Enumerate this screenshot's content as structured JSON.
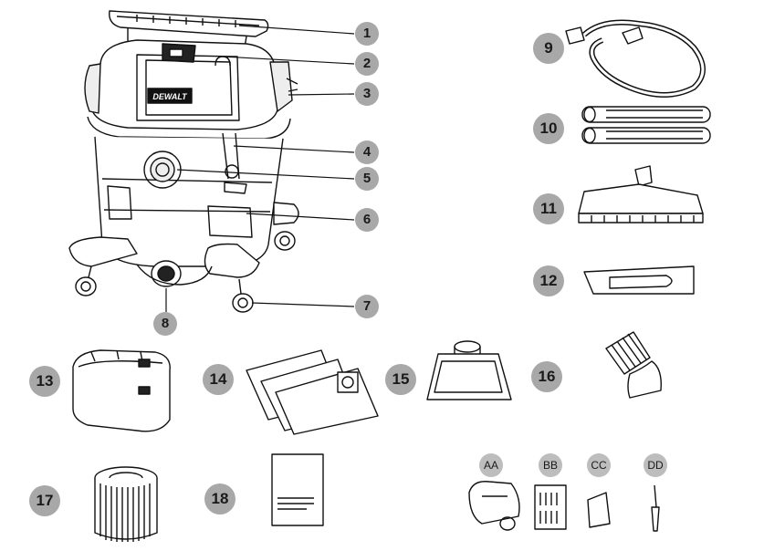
{
  "brand": "DEWALT",
  "callouts": [
    "1",
    "2",
    "3",
    "4",
    "5",
    "6",
    "7",
    "8"
  ],
  "accessories": [
    "9",
    "10",
    "11",
    "12",
    "13",
    "14",
    "15",
    "16",
    "17",
    "18"
  ],
  "hardware": [
    "AA",
    "BB",
    "CC",
    "DD"
  ],
  "colors": {
    "badge": "#a8a8a8",
    "line": "#111111"
  }
}
